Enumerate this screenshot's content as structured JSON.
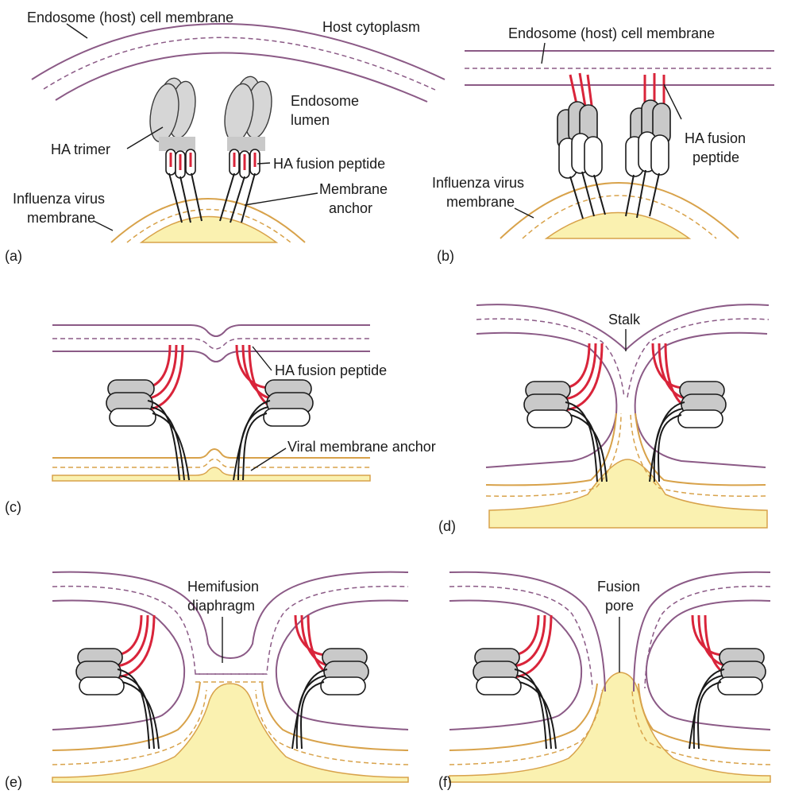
{
  "panels": {
    "a": {
      "panel_label": "(a)",
      "endosome_membrane": "Endosome (host) cell membrane",
      "host_cytoplasm": "Host cytoplasm",
      "endosome_lumen_line1": "Endosome",
      "endosome_lumen_line2": "lumen",
      "ha_trimer": "HA trimer",
      "ha_fusion_peptide": "HA fusion peptide",
      "membrane_anchor_line1": "Membrane",
      "membrane_anchor_line2": "anchor",
      "virus_membrane_line1": "Influenza virus",
      "virus_membrane_line2": "membrane"
    },
    "b": {
      "panel_label": "(b)",
      "endosome_membrane": "Endosome (host) cell membrane",
      "ha_fusion_peptide_line1": "HA fusion",
      "ha_fusion_peptide_line2": "peptide",
      "virus_membrane_line1": "Influenza virus",
      "virus_membrane_line2": "membrane"
    },
    "c": {
      "panel_label": "(c)",
      "ha_fusion_peptide": "HA fusion peptide",
      "viral_membrane_anchor": "Viral membrane anchor"
    },
    "d": {
      "panel_label": "(d)",
      "stalk": "Stalk"
    },
    "e": {
      "panel_label": "(e)",
      "hemifusion_line1": "Hemifusion",
      "hemifusion_line2": "diaphragm"
    },
    "f": {
      "panel_label": "(f)",
      "fusion_pore_line1": "Fusion",
      "fusion_pore_line2": "pore"
    }
  },
  "colors": {
    "host_membrane": "#8b5a86",
    "viral_membrane": "#d8a24a",
    "virus_interior": "#faf1b0",
    "fusion_peptide": "#d9243a",
    "protein_gray": "#c9c9c9"
  }
}
